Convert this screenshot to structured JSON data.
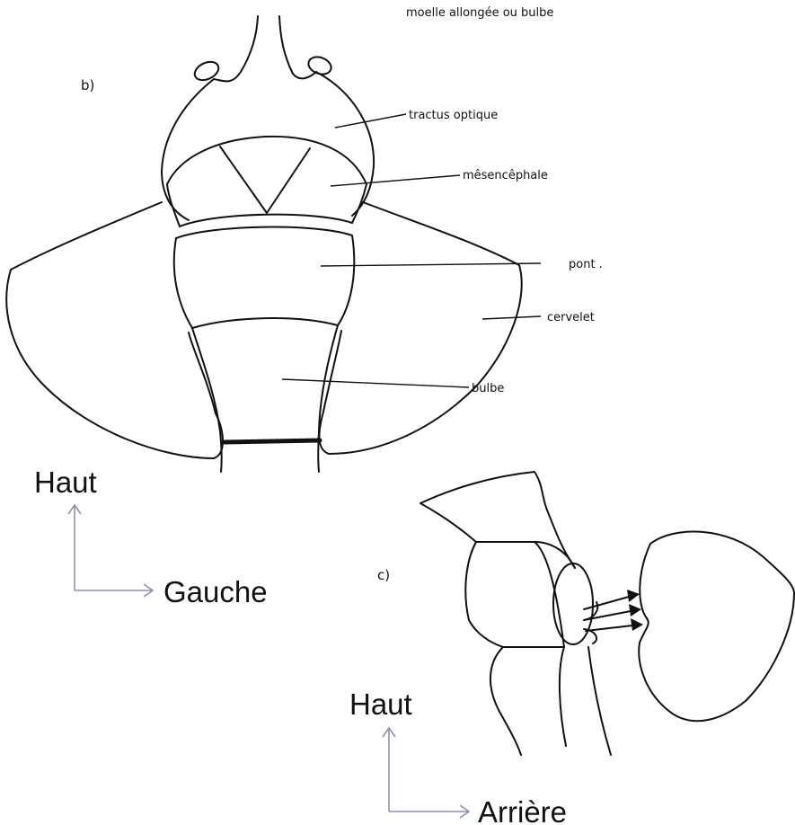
{
  "figure_b": {
    "panel_label": "b)",
    "top_caption": "moelle allongée ou bulbe",
    "labels": {
      "tractus_optique": "tractus optique",
      "mesencephale": "mêsencêphale",
      "pont": "pont .",
      "cervelet": "cervelet",
      "bulbe": "bulbe"
    },
    "orientation": {
      "vertical": "Haut",
      "horizontal": "Gauche"
    }
  },
  "figure_c": {
    "panel_label": "c)",
    "orientation": {
      "vertical": "Haut",
      "horizontal": "Arrière"
    }
  },
  "colors": {
    "ink": "#111111",
    "orientation_arrows": "#8a90b0"
  }
}
